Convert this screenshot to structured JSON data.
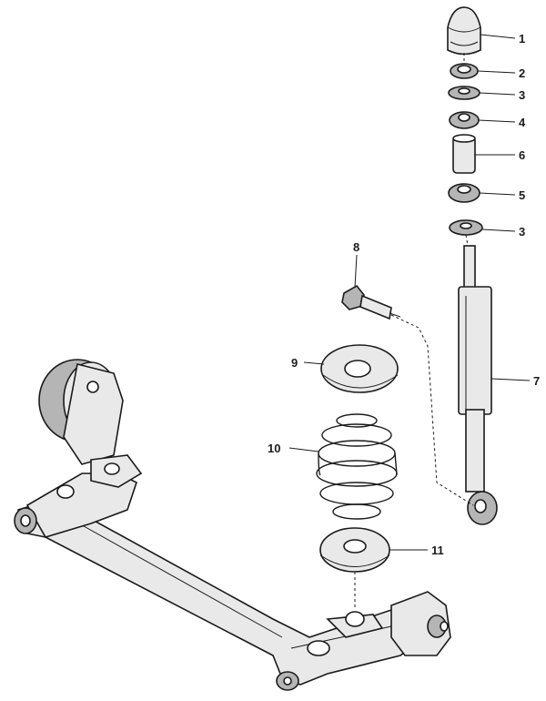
{
  "callouts": [
    {
      "id": "1",
      "label": "1"
    },
    {
      "id": "2",
      "label": "2"
    },
    {
      "id": "3a",
      "label": "3"
    },
    {
      "id": "4",
      "label": "4"
    },
    {
      "id": "6",
      "label": "6"
    },
    {
      "id": "5",
      "label": "5"
    },
    {
      "id": "3b",
      "label": "3"
    },
    {
      "id": "8",
      "label": "8"
    },
    {
      "id": "7",
      "label": "7"
    },
    {
      "id": "9",
      "label": "9"
    },
    {
      "id": "10",
      "label": "10"
    },
    {
      "id": "11",
      "label": "11"
    }
  ]
}
